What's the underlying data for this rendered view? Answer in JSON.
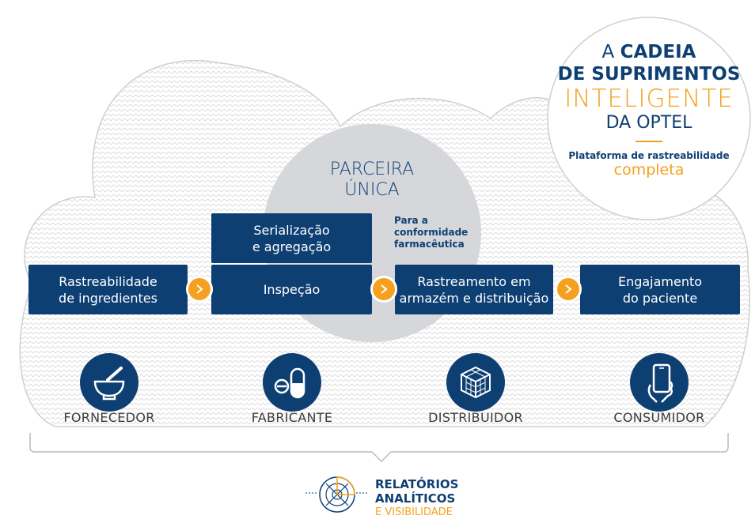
{
  "headline": {
    "line1_prefix": "A",
    "line1_bold": "CADEIA",
    "line2": "DE SUPRIMENTOS",
    "line3": "INTELIGENTE",
    "line4": "DA OPTEL",
    "platform_bold": "Plataforma de rastreabilidade",
    "platform_light": "completa"
  },
  "partner": {
    "title_line1": "PARCEIRA",
    "title_line2": "ÚNICA",
    "compliance": "Para a\nconformidade\nfarmacêutica"
  },
  "boxes": {
    "serialization": "Serialização\ne agregação",
    "ingredients": "Rastreabilidade\nde ingredientes",
    "inspection": "Inspeção",
    "warehouse": "Rastreamento em\narmazém e distribuição",
    "engagement": "Engajamento\ndo paciente"
  },
  "stages": {
    "supplier": "FORNECEDOR",
    "manufacturer": "FABRICANTE",
    "distributor": "DISTRIBUIDOR",
    "consumer": "CONSUMIDOR"
  },
  "reports": {
    "line1": "RELATÓRIOS",
    "line2": "ANALÍTICOS",
    "line3": "E VISIBILIDADE"
  },
  "colors": {
    "navy": "#0e3f73",
    "orange": "#f5a11f",
    "gray_circle": "#d5d7da"
  }
}
